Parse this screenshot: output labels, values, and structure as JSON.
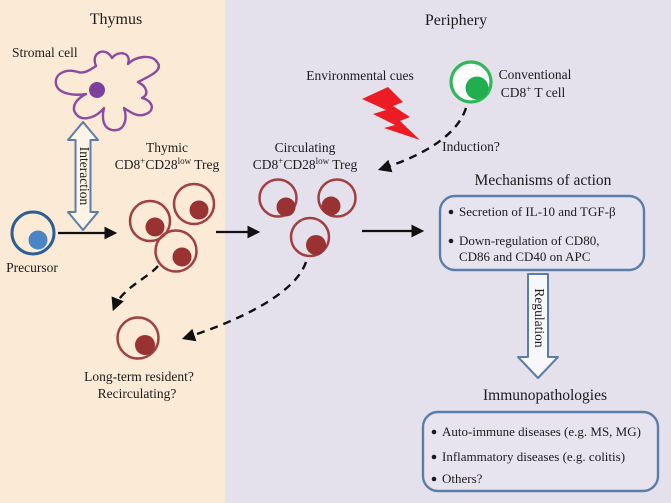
{
  "figure": {
    "thymus": {
      "title": "Thymus",
      "stromal_cell_label": "Stromal cell",
      "interaction_label": "Interaction",
      "precursor_label": "Precursor",
      "thymic_treg": {
        "line1": "Thymic",
        "cd8": "CD8",
        "plus": "+",
        "cd28": "CD28",
        "low": "low",
        "suffix": " Treg"
      }
    },
    "periphery": {
      "title": "Periphery",
      "environmental_cues_label": "Environmental cues",
      "conventional_cell": {
        "line1": "Conventional",
        "cd8": "CD8",
        "plus": "+",
        "suffix": " T cell"
      },
      "induction_label": "Induction?",
      "circulating_treg": {
        "line1": "Circulating",
        "cd8": "CD8",
        "plus": "+",
        "cd28": "CD28",
        "low": "low",
        "suffix": " Treg"
      }
    },
    "resident": {
      "line1": "Long-term resident?",
      "line2": "Recirculating?"
    },
    "regulation_label": "Regulation",
    "mechanisms": {
      "title": "Mechanisms of action",
      "bullet1": "Secretion of  IL-10 and TGF-β",
      "bullet2_line1": "Down-regulation of  CD80,",
      "bullet2_line2": "CD86 and CD40 on APC"
    },
    "immunopathologies": {
      "title": "Immunopathologies",
      "bullets": [
        "Auto-immune diseases (e.g. MS, MG)",
        "Inflammatory diseases (e.g. colitis)",
        "Others?"
      ]
    },
    "colors": {
      "thymus_bg": "#fbead6",
      "periphery_bg": "#e4e1ec",
      "treg_ring": "#a04040",
      "treg_nucleus": "#993333",
      "precursor_ring": "#2e5e94",
      "precursor_nucleus": "#4a86c6",
      "conventional_ring": "#2eb857",
      "conventional_nucleus": "#22ad4e",
      "stromal_outline": "#8a4ba0",
      "stromal_nucleus": "#7e3f9d",
      "lightning": "#ed1c24",
      "box_border": "#5b7ea8",
      "arrow": "#111111",
      "text": "#1b1b1b"
    }
  }
}
